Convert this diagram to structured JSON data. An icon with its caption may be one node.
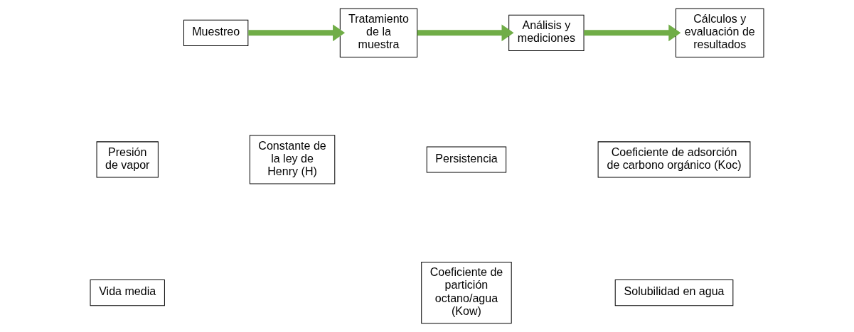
{
  "diagram": {
    "nodes": [
      {
        "text": [
          "Muestreo"
        ]
      },
      {
        "text": [
          "Tratamiento de la muestra"
        ]
      },
      {
        "text": [
          "Análisis y mediciones"
        ]
      },
      {
        "text": [
          "Cálculos y evaluación de resultados"
        ]
      },
      {
        "text": [
          "Presión de vapor"
        ]
      },
      {
        "text": [
          "Constante de la ley de Henry (H)"
        ]
      },
      {
        "text": [
          "Persistencia"
        ]
      },
      {
        "text": [
          "Coeficiente de adsorción de carbono orgánico (Koc)"
        ]
      },
      {
        "text": [
          "Vida media"
        ]
      },
      {
        "text": [
          "Coeficiente de partición octano/agua (Kow)"
        ]
      },
      {
        "text": [
          "Solubilidad en agua"
        ]
      }
    ],
    "edges": [
      {
        "from": 0,
        "to": 1,
        "arrow": "to"
      },
      {
        "from": 1,
        "to": 2,
        "arrow": "to"
      },
      {
        "from": 2,
        "to": 3,
        "arrow": "to"
      }
    ]
  }
}
